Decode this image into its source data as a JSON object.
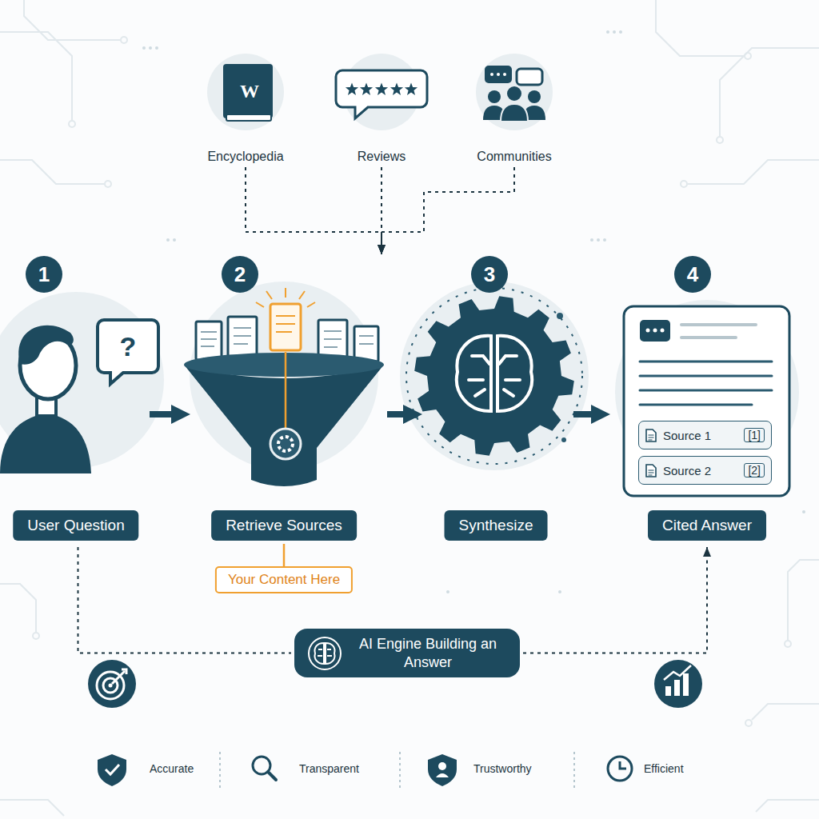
{
  "diagram": {
    "nodes": [
      {
        "text": [
          "Encyclopedia"
        ]
      },
      {
        "text": [
          "Reviews"
        ]
      },
      {
        "text": [
          "Communities"
        ]
      },
      {
        "text": [
          "1",
          "User Question"
        ]
      },
      {
        "text": [
          "2",
          "Retrieve Sources"
        ]
      },
      {
        "text": [
          "Your Content Here"
        ]
      },
      {
        "text": [
          "3",
          "Synthesize"
        ]
      },
      {
        "text": [
          "4",
          "Cited Answer"
        ]
      },
      {
        "text": [
          "Source 1",
          "[1]"
        ],
        "in": 7
      },
      {
        "text": [
          "Source 2",
          "[2]"
        ],
        "in": 7
      },
      {
        "text": [
          "AI Engine Building an Answer"
        ]
      }
    ],
    "edges": [
      {
        "from": 0,
        "to": 4,
        "arrow": "to"
      },
      {
        "from": 1,
        "to": 4,
        "arrow": "to"
      },
      {
        "from": 2,
        "to": 4,
        "arrow": "to"
      },
      {
        "from": 3,
        "to": 4,
        "arrow": "to"
      },
      {
        "from": 4,
        "to": 6,
        "arrow": "to"
      },
      {
        "from": 6,
        "to": 7,
        "arrow": "to"
      },
      {
        "from": 4,
        "to": 5,
        "arrow": "none"
      },
      {
        "from": 3,
        "to": 10,
        "arrow": "none"
      },
      {
        "from": 10,
        "to": 7,
        "arrow": "to"
      }
    ],
    "labels": [
      "W",
      "?",
      "Accurate",
      "Transparent",
      "Trustworthy",
      "Efficient"
    ]
  }
}
